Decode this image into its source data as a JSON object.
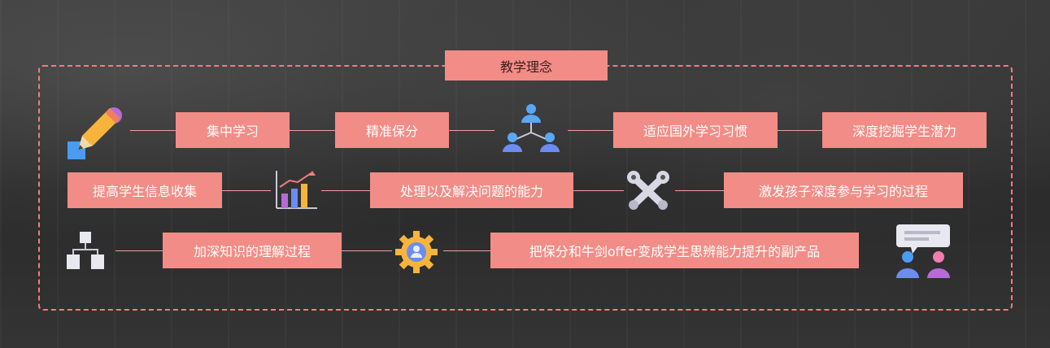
{
  "title": "教学理念",
  "tags": {
    "t1": "集中学习",
    "t2": "精准保分",
    "t3": "适应国外学习习惯",
    "t4": "深度挖掘学生潜力",
    "t5": "提高学生信息收集",
    "t6": "处理以及解决问题的能力",
    "t7": "激发孩子深度参与学习的过程",
    "t8": "加深知识的理解过程",
    "t9": "把保分和牛剑offer变成学生思辨能力提升的副产品"
  },
  "colors": {
    "accent": "#f28c86",
    "border": "#f07e7a"
  },
  "icons": [
    "pencil-shapes-icon",
    "network-people-icon",
    "bar-chart-icon",
    "tools-icon",
    "hierarchy-icon",
    "gear-person-icon",
    "chat-people-icon"
  ]
}
